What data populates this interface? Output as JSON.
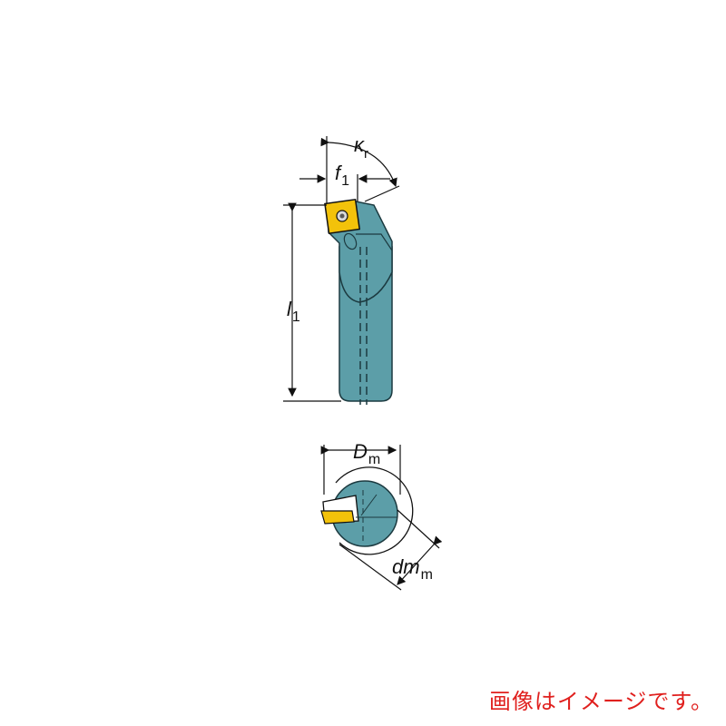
{
  "diagram": {
    "labels": {
      "kappa": "κ",
      "kappa_sub": "r",
      "f": "f",
      "f_sub": "1",
      "l": "l",
      "l_sub": "1",
      "D": "D",
      "D_sub": "m",
      "dm": "dm",
      "dm_sub": "m"
    },
    "colors": {
      "bar_fill": "#5c9ea8",
      "bar_stroke": "#1c3a40",
      "insert": "#f3c20a",
      "line": "#111111"
    }
  },
  "caption": "画像はイメージです。"
}
